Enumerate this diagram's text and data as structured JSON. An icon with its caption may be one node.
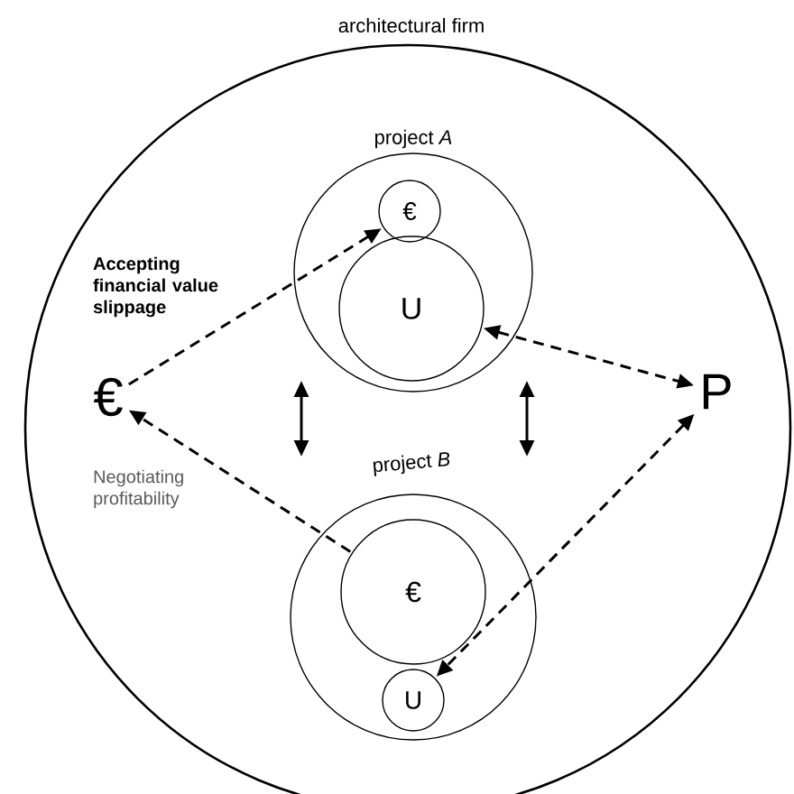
{
  "diagram": {
    "nodes": [
      {
        "text": [
          "architectural firm"
        ]
      },
      {
        "text": [
          "project *A*"
        ],
        "in": 0
      },
      {
        "text": [
          "€"
        ],
        "in": 1
      },
      {
        "text": [
          "U"
        ],
        "in": 1
      },
      {
        "text": [
          "project *B*"
        ],
        "in": 0
      },
      {
        "text": [
          "€"
        ],
        "in": 4
      },
      {
        "text": [
          "U"
        ],
        "in": 4
      },
      {
        "text": [
          "€"
        ],
        "in": 0
      },
      {
        "text": [
          "P"
        ],
        "in": 0
      }
    ],
    "edges": [
      {
        "from": 7,
        "to": 2,
        "arrow": "to",
        "style": "dashed",
        "label": "Accepting financial value slippage"
      },
      {
        "from": 5,
        "to": 7,
        "arrow": "to",
        "style": "dashed",
        "label": "Negotiating profitability"
      },
      {
        "from": 3,
        "to": 8,
        "arrow": "both",
        "style": "dashed"
      },
      {
        "from": 8,
        "to": 6,
        "arrow": "both",
        "style": "dashed"
      }
    ]
  }
}
